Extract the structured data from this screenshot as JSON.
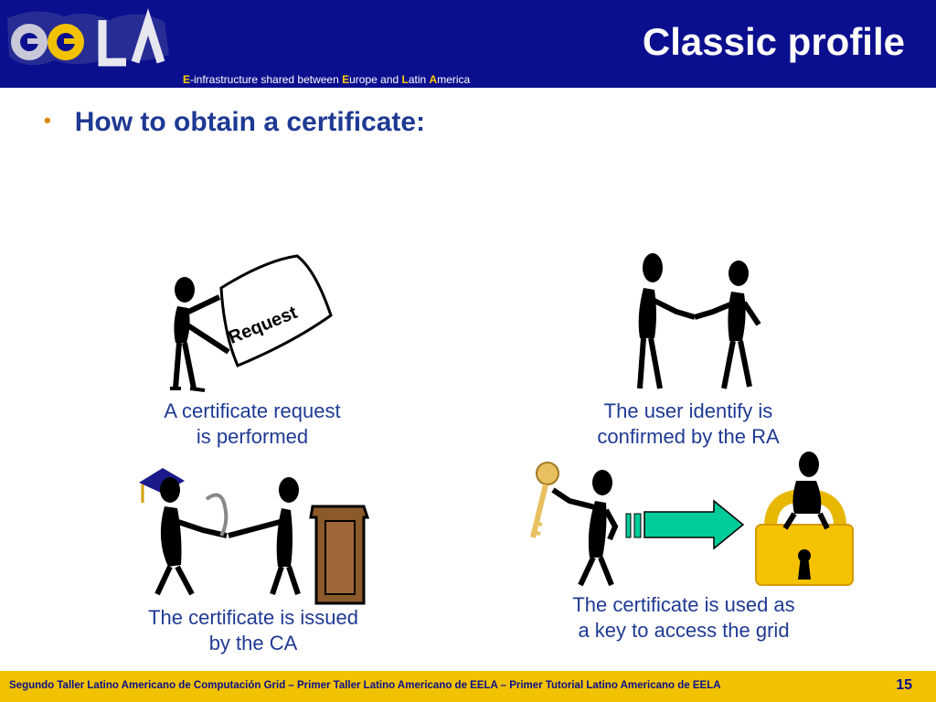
{
  "header": {
    "title": "Classic profile",
    "tagline": {
      "e": "E",
      "part1": "-infrastructure shared between ",
      "eu": "E",
      "part2": "urope and ",
      "l": "L",
      "part3": "atin ",
      "a": "A",
      "part4": "merica"
    },
    "logo_text": "ee LA"
  },
  "main": {
    "bullet": "How to obtain a certificate:",
    "request_sign": "Request",
    "steps": [
      {
        "line1": "A certificate request",
        "line2": "is performed"
      },
      {
        "line1": "The user identify is",
        "line2": "confirmed by the RA"
      },
      {
        "line1": "The certificate is issued",
        "line2": "by the CA"
      },
      {
        "line1": "The certificate is used as",
        "line2": "a key to access the grid"
      }
    ]
  },
  "footer": {
    "text": "Segundo Taller Latino Americano de Computación Grid – Primer Taller Latino Americano de EELA – Primer Tutorial Latino Americano de EELA",
    "page": "15"
  },
  "colors": {
    "header_bg": "#0b0f8e",
    "footer_bg": "#f2c200",
    "text_blue": "#1f3a93",
    "accent": "#ffcc00"
  }
}
